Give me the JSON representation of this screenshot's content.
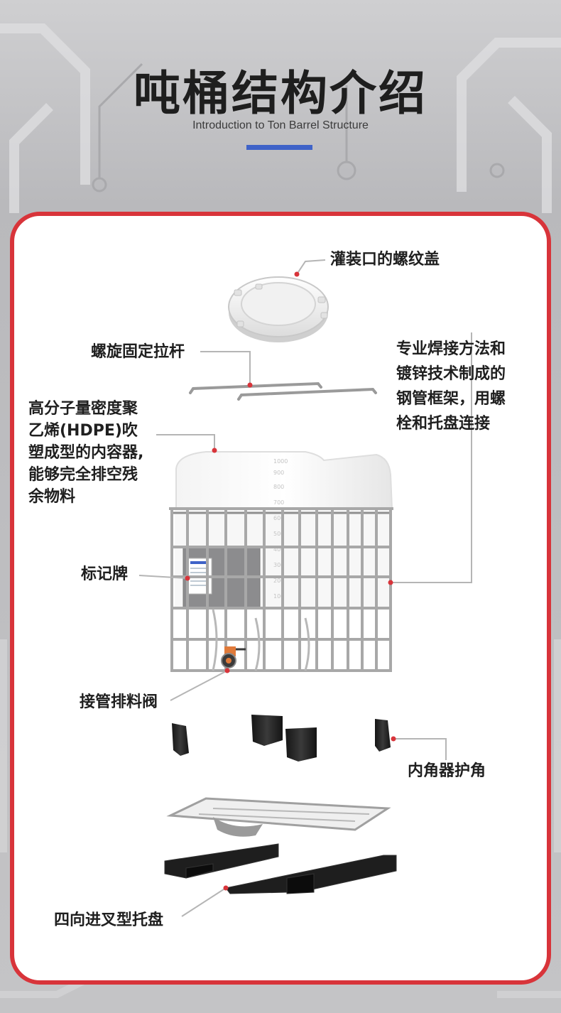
{
  "header": {
    "title": "吨桶结构介绍",
    "subtitle": "Introduction to Ton Barrel Structure"
  },
  "colors": {
    "accent_blue": "#3f63c8",
    "frame_red": "#d8343a",
    "leader_dot_red": "#d8343a"
  },
  "labels": {
    "cap": "灌装口的螺纹盖",
    "tie_rod": "螺旋固定拉杆",
    "frame": [
      "专业焊接方法和",
      "镀锌技术制成的",
      "钢管框架，用螺",
      "栓和托盘连接"
    ],
    "hdpe": [
      "高分子量密度聚",
      "乙烯(HDPE)吹",
      "塑成型的内容器,",
      "能够完全排空残",
      "余物料"
    ],
    "nameplate": "标记牌",
    "valve": "接管排料阀",
    "corner_guard": "内角器护角",
    "pallet": "四向进叉型托盘"
  },
  "tank_scale": [
    "1000",
    "900",
    "800",
    "700",
    "600",
    "500",
    "400",
    "300",
    "200",
    "100"
  ]
}
